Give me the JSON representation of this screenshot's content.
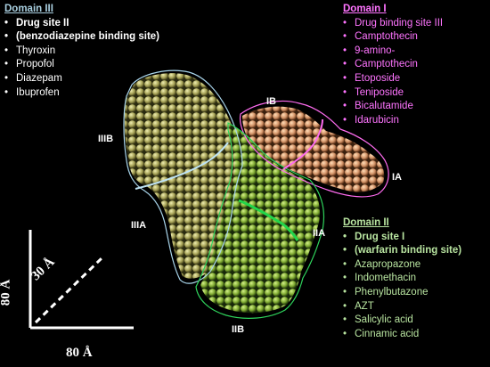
{
  "domain3": {
    "title": "Domain III",
    "items": [
      {
        "text": "Drug site II",
        "bold": true
      },
      {
        "text": "(benzodiazepine binding site)",
        "bold": true
      },
      {
        "text": "Thyroxin",
        "bold": false
      },
      {
        "text": "Propofol",
        "bold": false
      },
      {
        "text": "Diazepam",
        "bold": false
      },
      {
        "text": "Ibuprofen",
        "bold": false
      }
    ]
  },
  "domain1": {
    "title": "Domain I",
    "items": [
      {
        "text": "Drug binding site III"
      },
      {
        "text": "Camptothecin"
      },
      {
        "text": "9-amino-"
      },
      {
        "text": "Camptothecin"
      },
      {
        "text": "Etoposide"
      },
      {
        "text": "Teniposide"
      },
      {
        "text": "Bicalutamide"
      },
      {
        "text": "Idarubicin"
      }
    ]
  },
  "domain2": {
    "title": "Domain II",
    "items": [
      {
        "text": "Drug site I",
        "bold": true
      },
      {
        "text": "(warfarin binding site)",
        "bold": true
      },
      {
        "text": "Azapropazone",
        "bold": false
      },
      {
        "text": "Indomethacin",
        "bold": false
      },
      {
        "text": "Phenylbutazone",
        "bold": false
      },
      {
        "text": "AZT",
        "bold": false
      },
      {
        "text": "Salicylic acid",
        "bold": false
      },
      {
        "text": "Cinnamic acid",
        "bold": false
      }
    ]
  },
  "subdomains": {
    "ib": "IB",
    "ia": "IA",
    "iib": "IIB",
    "iia": "IIA",
    "iiib": "IIIB",
    "iiia": "IIIA"
  },
  "axes": {
    "vertical": "80 Å",
    "horizontal": "80 Å",
    "diagonal": "30 Å"
  },
  "colors": {
    "domain1": "#e2a97c",
    "domain1_outline": "#ff6cf0",
    "domain2": "#86b33a",
    "domain2_outline": "#2fd45c",
    "domain3": "#b9b76a",
    "domain3_outline": "#a8d4ea"
  }
}
